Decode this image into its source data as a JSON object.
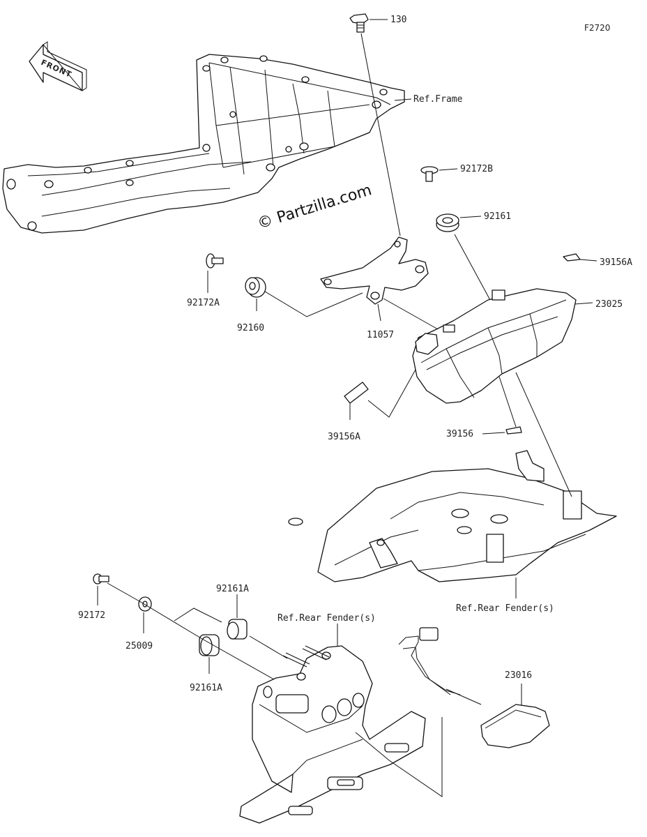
{
  "diagram_code": "F2720",
  "watermark": "© Partzilla.com",
  "front_arrow_label": "FRONT",
  "labels": {
    "p130": "130",
    "ref_frame": "Ref.Frame",
    "p92172B": "92172B",
    "p92161": "92161",
    "p39156A_top": "39156A",
    "p23025": "23025",
    "p92172A": "92172A",
    "p92160": "92160",
    "p11057": "11057",
    "p39156A_left": "39156A",
    "p39156": "39156",
    "ref_rear_fender_right": "Ref.Rear Fender(s)",
    "p92161A_top": "92161A",
    "ref_rear_fender_mid": "Ref.Rear Fender(s)",
    "p92172": "92172",
    "p25009": "25009",
    "p92161A_bottom": "92161A",
    "p23016": "23016"
  }
}
